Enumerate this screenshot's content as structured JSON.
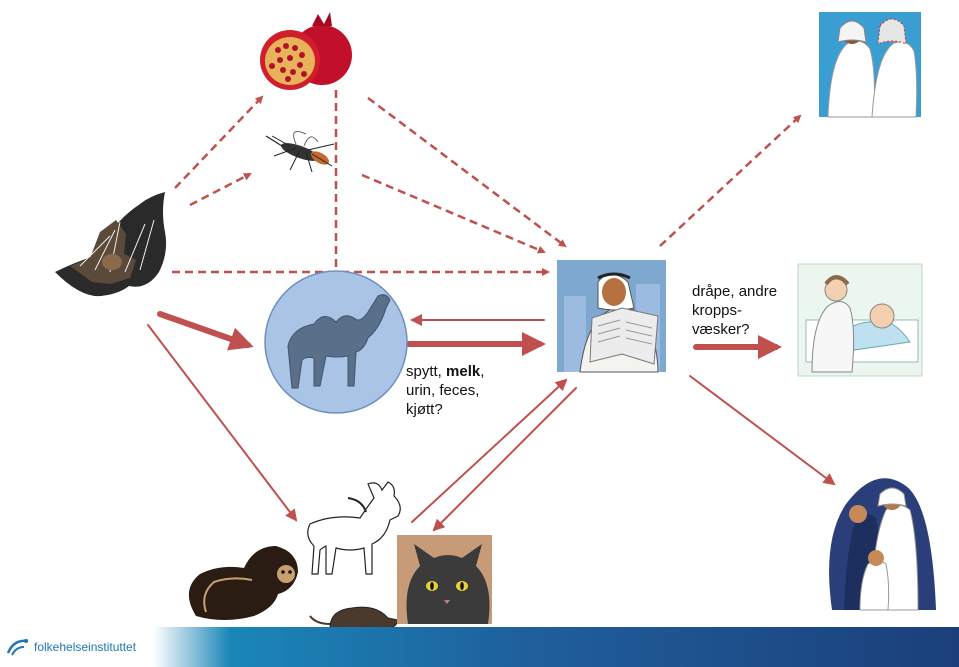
{
  "labels": {
    "camel_transmission_prefix": "spytt, ",
    "camel_transmission_bold": "melk",
    "camel_transmission_suffix": ",",
    "camel_transmission_line2": "urin, feces,",
    "camel_transmission_line3": "kjøtt?",
    "human_transmission_line1": "dråpe, andre",
    "human_transmission_line2": "kropps-",
    "human_transmission_line3": "væsker?"
  },
  "footer": {
    "org_name": "folkehelseinstituttet"
  },
  "colors": {
    "arrow": "#c0504d",
    "camel_circle": "#a9c4e4",
    "camel_circle_border": "#6e8fbf",
    "footer_start": "#1a86b8",
    "footer_end": "#1b3f7a"
  },
  "nodes": [
    "pomegranate-icon",
    "mosquito-icon",
    "bat-icon",
    "camel-icon",
    "man-reading-icon",
    "goat-icon",
    "cat-icon",
    "monkey-icon",
    "rat-icon",
    "men-greeting-icon",
    "hospital-patient-icon",
    "family-icon"
  ]
}
